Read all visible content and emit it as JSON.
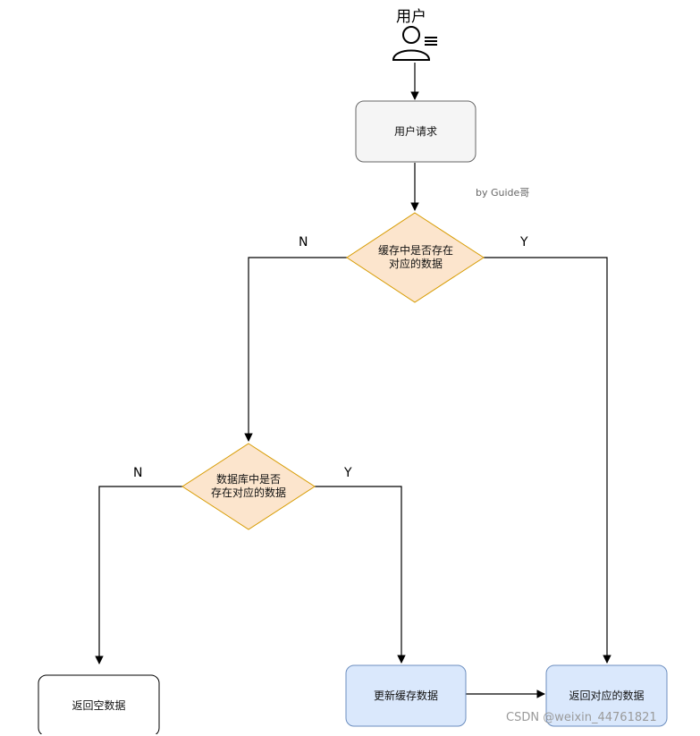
{
  "actor": {
    "label": "用户",
    "icon": "user-icon"
  },
  "nodes": {
    "user_request": "用户请求",
    "cache_check": {
      "line1": "缓存中是否存在",
      "line2": "对应的数据"
    },
    "db_check": {
      "line1": "数据库中是否",
      "line2": "存在对应的数据"
    },
    "return_empty": "返回空数据",
    "update_cache": "更新缓存数据",
    "return_data": "返回对应的数据"
  },
  "edge_labels": {
    "cache_no": "N",
    "cache_yes": "Y",
    "db_no": "N",
    "db_yes": "Y"
  },
  "annotations": {
    "author": "by Guide哥",
    "watermark": "CSDN @weixin_44761821"
  },
  "colors": {
    "process_fill": "#f5f5f5",
    "process_stroke": "#666666",
    "decision_fill": "#fce5cd",
    "decision_stroke": "#d79b00",
    "result_fill": "#dae8fc",
    "result_stroke": "#6c8ebf"
  }
}
